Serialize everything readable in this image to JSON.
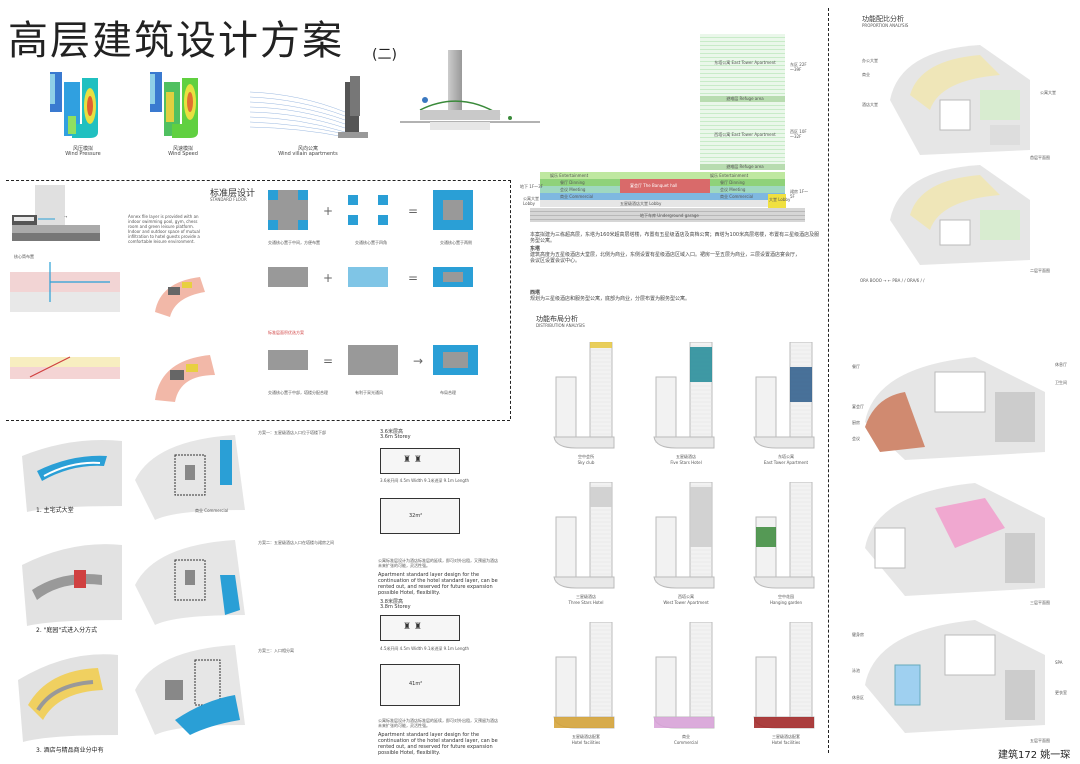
{
  "title": {
    "main": "高层建筑设计方案",
    "sub": "(二)"
  },
  "wind": {
    "pressure_cn": "风压模拟",
    "pressure_en": "Wind Pressure",
    "speed_cn": "风速模拟",
    "speed_en": "Wind Speed",
    "villa_cn": "风向公寓",
    "villa_en": "Wind villain apartments"
  },
  "stack": {
    "floors": [
      {
        "label": "东塔公寓 East Tower Apartment",
        "color": "#d7f0d0"
      },
      {
        "label": "避难层 Refuge area",
        "color": "#c8e8c0"
      },
      {
        "label": "西塔公寓 East Tower Apartment",
        "color": "#d7f0d0"
      },
      {
        "label": "避难层 Refuge area",
        "color": "#c8e8c0"
      },
      {
        "label": "娱乐 Entertainment",
        "color": "#bfe8a0"
      },
      {
        "label": "餐厅 Dinning",
        "color": "#8fd27a"
      },
      {
        "label": "会议 Meeting",
        "color": "#9fd8c0"
      },
      {
        "label": "商业 Commercial",
        "color": "#7fb8e0"
      },
      {
        "label": "地下车库 Underground garage",
        "color": "#d0d0d0"
      }
    ],
    "banquet": "宴会厅 The Banquet hall",
    "lobby": "公寓大堂 Lobby",
    "lobby2": "大堂 Lobby",
    "hotel_lobby": "五星级酒店大堂 Lobby",
    "dims": [
      "东区 22F～39F",
      "西区 10F～32F",
      "裙房 1F～5F",
      "地下 1F～3F"
    ]
  },
  "texts": {
    "intro": "本案拟建为三栋超高层，东塔为160米超高层塔楼，布置有五星级酒店及高档公寓；西塔为100米高层塔楼，布置有三星级酒店及服务型公寓。",
    "east": "东塔",
    "east_detail": "建筑高度为五星级酒店大堂层，北侧为商业，东侧设置有星级酒店区域入口。裙房一至五层为商业，三层设置酒店宴会厅，会议区设置会议中心。",
    "west": "西塔",
    "west_detail": "规划为三星级酒店和服务型公寓，底部为商业，分层布置为服务型公寓。"
  },
  "standard_floor": {
    "title_cn": "标准层设计",
    "title_en": "STANDARD FLOOR",
    "desc": "Annex file layer is provided with an indoor swimming pool, gym, chess room and green leisure platform. Indoor and outdoor space of mutual infiltration to hotel guests provide a comfortable leisure environment.",
    "core_label": "核心筒布置",
    "option_label": "标准层面积优选方案",
    "notes": [
      "交通核心置于中间，方便布置",
      "交通核心置于四角",
      "交通核心置于两侧",
      "交通核心置于中部，塔楼分配合理",
      "有利于采光通风",
      "布局合理"
    ]
  },
  "distribution": {
    "title_cn": "功能布局分析",
    "title_en": "DISTRIBUTION ANALYSIS",
    "items": [
      {
        "cn": "空中会所",
        "en": "Sky club",
        "color": "#e8c840"
      },
      {
        "cn": "五星级酒店",
        "en": "Five Stars Hotel",
        "color": "#1f8a96"
      },
      {
        "cn": "东塔公寓",
        "en": "East Tower Apartment",
        "color": "#2a5a8a"
      },
      {
        "cn": "三星级酒店",
        "en": "Three Stars Hotel",
        "color": "#cccccc"
      },
      {
        "cn": "西塔公寓",
        "en": "West Tower Apartment",
        "color": "#cccccc"
      },
      {
        "cn": "空中花园",
        "en": "Hanging garden",
        "color": "#3a8a3a"
      },
      {
        "cn": "五星级酒店配套",
        "en": "Hotel facilities",
        "color": "#d4a030"
      },
      {
        "cn": "商业",
        "en": "Commercial",
        "color": "#d8a0d8"
      },
      {
        "cn": "三星级酒店配套",
        "en": "Hotel facilities",
        "color": "#a02020"
      }
    ]
  },
  "entry": {
    "options": [
      "1. 主宅式大堂",
      "2. \"庭园\"式进入分方式",
      "3. 酒店与精品商业分中有"
    ],
    "tags": [
      "方案一：五星级酒店入口位于塔楼下部",
      "方案二：五星级酒店入口在塔楼与裙房之间",
      "方案三：入口相分离"
    ],
    "commercial": "商业 Commercial"
  },
  "layers": {
    "a_title": "3.6米层高",
    "a_en": "3.6m Storey",
    "a_dim": "3.6米开间 4.5m Width 9.1米进深 9.1m Length",
    "a_area": "32m²",
    "a_text_cn": "公寓标准层设计为酒店标准层的延续，即可对外出租，又预留为酒店未来扩张的可能，灵活性强。",
    "a_text_en": "Apartment standard layer design for the continuation of the hotel standard layer, can be rented out, and reserved for future expansion possible Hotel, flexibility.",
    "b_title": "3.8米层高",
    "b_en": "3.8m Storey",
    "b_dim": "4.5米开间 4.5m Width 9.1米进深 9.1m Length",
    "b_area": "41m²",
    "b_text_cn": "公寓标准层设计为酒店标准层的延续，即可对外出租，又预留为酒店未来扩张的可能，灵活性强。",
    "b_text_en": "Apartment standard layer design for the continuation of the hotel standard layer, can be rented out, and reserved for future expansion possible Hotel, flexibility."
  },
  "proportion": {
    "title_cn": "功能配比分析",
    "title_en": "PROPORTION ANALYSIS",
    "labels_top": [
      "办公大堂",
      "商业",
      "酒店大堂",
      "公寓大堂"
    ],
    "floor1": "首层平面图",
    "floor2": "二层平面图",
    "floor3": "三层平面图",
    "floor4": "五层平面图",
    "labels_mid": [
      "餐厅",
      "宴会厅",
      "厨房",
      "会议",
      "休息厅",
      "卫生间"
    ],
    "labels_bot": [
      "健身房",
      "泳池",
      "休息区",
      "SPA",
      "更衣室"
    ]
  },
  "footer": "建筑172 姚一琛",
  "colors": {
    "green": "#8fd27a",
    "blue": "#2a9fd6",
    "red": "#d04040",
    "yellow": "#e8c840"
  }
}
